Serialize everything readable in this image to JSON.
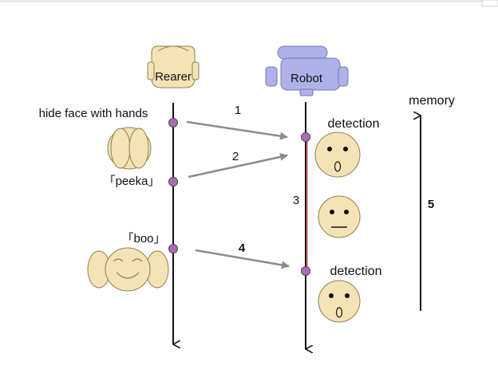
{
  "colors": {
    "face_fill": "#f3e3b6",
    "face_stroke": "#8e8050",
    "node": "#a86fb0",
    "timeline": "#111111",
    "arrow_gray": "#8c8c8c",
    "memory_span": "#e35b5b",
    "robot_body": "#aeb2e8",
    "robot_stroke": "#7478b8"
  },
  "actors": {
    "rearer": {
      "label": "Rearer",
      "icon": "rearer-head-icon"
    },
    "robot": {
      "label": "Robot",
      "icon": "robot-head-icon"
    }
  },
  "rearer_events": [
    {
      "label": "hide face with hands",
      "icon": "hands-covering-face-icon"
    },
    {
      "label": "「peeka」"
    },
    {
      "label": "「boo」",
      "icon": "smiling-face-with-hands-icon"
    }
  ],
  "robot_events": [
    {
      "label": "detection",
      "icon": "surprised-face-icon"
    },
    {
      "icon": "neutral-face-icon"
    },
    {
      "label": "detection",
      "icon": "surprised-face-icon"
    }
  ],
  "steps": [
    "1",
    "2",
    "3",
    "4",
    "5"
  ],
  "memory_label": "memory"
}
